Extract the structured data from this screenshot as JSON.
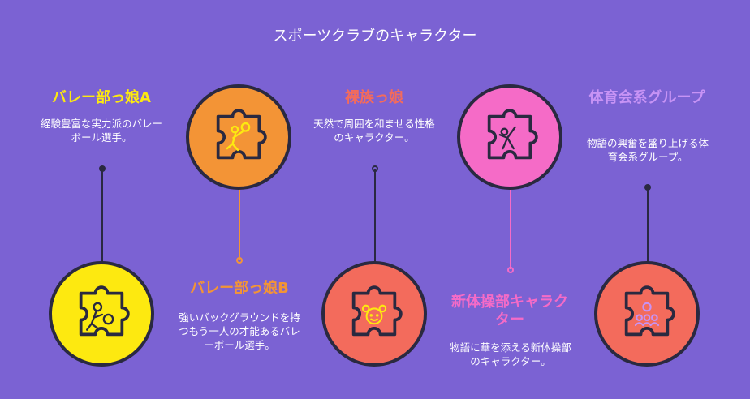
{
  "title": "スポーツクラブのキャラクター",
  "colors": {
    "background": "#7b62d3",
    "outline": "#2a2940",
    "yellow": "#fde910",
    "orange": "#f39436",
    "coral": "#f36b5c",
    "pink": "#f56bc7",
    "lavender": "#c793f5"
  },
  "items": [
    {
      "heading": "バレー部っ娘A",
      "description": "経験豊富な実力派のバレーボール選手。",
      "icon": "volleyball-player-icon"
    },
    {
      "heading": "バレー部っ娘B",
      "description": "強いバックグラウンドを持つもう一人の才能あるバレーボール選手。",
      "icon": "volleyball-spike-icon"
    },
    {
      "heading": "裸族っ娘",
      "description": "天然で周囲を和ませる性格のキャラクター。",
      "icon": "girl-face-icon"
    },
    {
      "heading": "新体操部キャラクター",
      "description": "物語に華を添える新体操部のキャラクター。",
      "icon": "gymnast-icon"
    },
    {
      "heading": "体育会系グループ",
      "description": "物語の興奮を盛り上げる体育会系グループ。",
      "icon": "team-group-icon"
    }
  ]
}
